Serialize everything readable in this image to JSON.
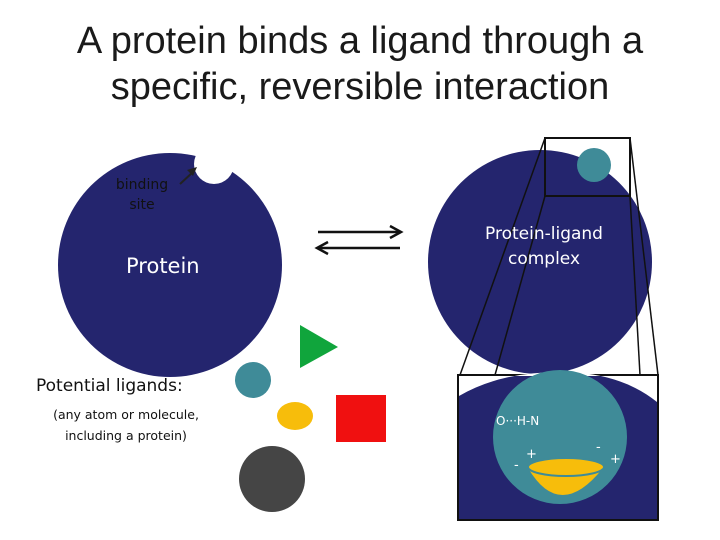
{
  "slide": {
    "title_line1": "A protein binds a ligand through a",
    "title_line2": "specific, reversible interaction"
  },
  "protein": {
    "binding_label_line1": "binding",
    "binding_label_line2": "site",
    "name": "Protein"
  },
  "complex": {
    "name_line1": "Protein-ligand",
    "name_line2": "complex"
  },
  "ligands": {
    "heading": "Potential ligands:",
    "note_line1": "(any atom or molecule,",
    "note_line2": "including a protein)"
  },
  "zoom": {
    "bond_label": "O···H-N",
    "charge_minus": "-",
    "charge_plus": "+"
  },
  "colors": {
    "protein": "#24256e",
    "ligand_teal": "#3f8b98",
    "ligand_green": "#10a53c",
    "ligand_yellow": "#f7bd0b",
    "ligand_red": "#f01010",
    "ligand_dark": "#454545"
  }
}
